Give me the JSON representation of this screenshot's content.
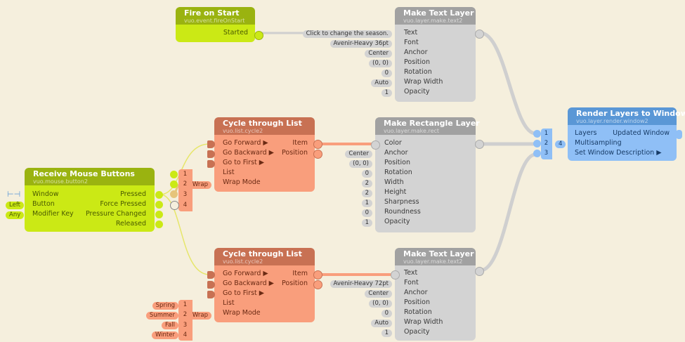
{
  "colors": {
    "background": "#f5efdd",
    "green": "#cbe915",
    "gray": "#d3d3d3",
    "orange": "#f99e7c",
    "blue": "#8fbff6"
  },
  "fire_on_start": {
    "title": "Fire on Start",
    "class": "vuo.event.fireOnStart",
    "outputs": [
      "Started"
    ]
  },
  "receive_mouse": {
    "title": "Receive Mouse Buttons",
    "class": "vuo.mouse.button2",
    "inputs": [
      "Window",
      "Button",
      "Modifier Key"
    ],
    "input_constants": [
      "",
      "Left",
      "Any"
    ],
    "outputs": [
      "Pressed",
      "Force Pressed",
      "Pressure Changed",
      "Released"
    ]
  },
  "cycle1": {
    "title": "Cycle through List",
    "class": "vuo.list.cycle2",
    "inputs": [
      "Go Forward ▶",
      "Go Backward ▶",
      "Go to First ▶",
      "List",
      "Wrap Mode"
    ],
    "outputs": [
      "Item",
      "Position"
    ],
    "list_numbers": [
      "1",
      "2",
      "3",
      "4"
    ],
    "wrap_constant": "Wrap"
  },
  "cycle2": {
    "title": "Cycle through List",
    "class": "vuo.list.cycle2",
    "inputs": [
      "Go Forward ▶",
      "Go Backward ▶",
      "Go to First ▶",
      "List",
      "Wrap Mode"
    ],
    "outputs": [
      "Item",
      "Position"
    ],
    "list_numbers": [
      "1",
      "2",
      "3",
      "4"
    ],
    "list_values": [
      "Spring",
      "Summer",
      "Fall",
      "Winter"
    ],
    "wrap_constant": "Wrap"
  },
  "make_text1": {
    "title": "Make Text Layer",
    "class": "vuo.layer.make.text2",
    "inputs": [
      "Text",
      "Font",
      "Anchor",
      "Position",
      "Rotation",
      "Wrap Width",
      "Opacity"
    ],
    "constants": [
      "Click to change the season.",
      "Avenir-Heavy 36pt",
      "Center",
      "(0, 0)",
      "0",
      "Auto",
      "1"
    ]
  },
  "make_rect": {
    "title": "Make Rectangle Layer",
    "class": "vuo.layer.make.rect",
    "inputs": [
      "Color",
      "Anchor",
      "Position",
      "Rotation",
      "Width",
      "Height",
      "Sharpness",
      "Roundness",
      "Opacity"
    ],
    "constants": [
      "",
      "Center",
      "(0, 0)",
      "0",
      "2",
      "2",
      "1",
      "0",
      "1"
    ]
  },
  "make_text2": {
    "title": "Make Text Layer",
    "class": "vuo.layer.make.text2",
    "inputs": [
      "Text",
      "Font",
      "Anchor",
      "Position",
      "Rotation",
      "Wrap Width",
      "Opacity"
    ],
    "constants": [
      "",
      "Avenir-Heavy 72pt",
      "Center",
      "(0, 0)",
      "0",
      "Auto",
      "1"
    ]
  },
  "render_window": {
    "title": "Render Layers to Window",
    "class": "vuo.layer.render.window2",
    "inputs": [
      "Layers",
      "Multisampling",
      "Set Window Description ▶"
    ],
    "outputs": [
      "Updated Window"
    ],
    "layer_numbers": [
      "1",
      "2",
      "3"
    ],
    "multisampling_constant": "4"
  }
}
